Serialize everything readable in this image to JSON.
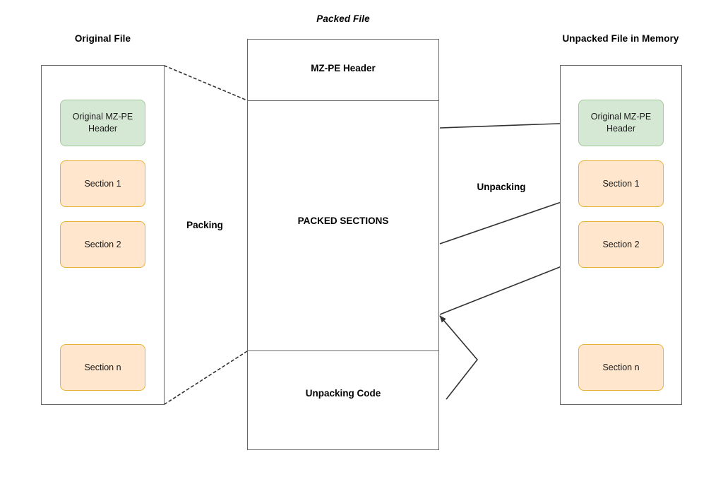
{
  "diagram": {
    "background": "#ffffff",
    "colors": {
      "green_fill": "#d5e8d4",
      "green_stroke": "#a3c99a",
      "orange_fill": "#ffe6cc",
      "orange_stroke": "#e8b13a",
      "outline": "#666666",
      "arrow": "#333333",
      "text": "#000000"
    }
  },
  "original_file": {
    "title": "Original File",
    "blocks": [
      {
        "label": "Original MZ-PE Header",
        "style": "green"
      },
      {
        "label": "Section 1",
        "style": "orange"
      },
      {
        "label": "Section 2",
        "style": "orange"
      },
      {
        "label": "Section n",
        "style": "orange"
      }
    ]
  },
  "packed_file": {
    "title": "Packed File",
    "sections": [
      {
        "label": "MZ-PE Header"
      },
      {
        "label": "PACKED SECTIONS"
      },
      {
        "label": "Unpacking Code"
      }
    ]
  },
  "unpacked_file": {
    "title": "Unpacked File in Memory",
    "blocks": [
      {
        "label": "Original MZ-PE Header",
        "style": "green"
      },
      {
        "label": "Section 1",
        "style": "orange"
      },
      {
        "label": "Section 2",
        "style": "orange"
      },
      {
        "label": "Section n",
        "style": "orange"
      }
    ]
  },
  "edges": {
    "packing_label": "Packing",
    "unpacking_label": "Unpacking"
  }
}
